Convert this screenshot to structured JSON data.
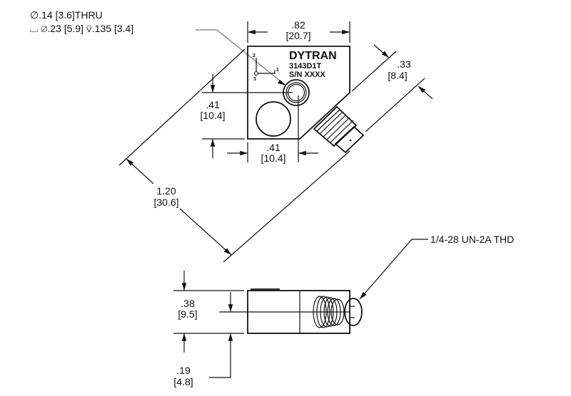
{
  "callouts": {
    "hole_line1": "∅.14 [3.6]THRU",
    "hole_line2": "⌴ ∅.23 [5.9] ⊽.135 [3.4]",
    "thread": "1/4-28 UN-2A THD"
  },
  "marking": {
    "brand": "DYTRAN",
    "model": "3143D1T",
    "serial": "S/N XXXX"
  },
  "axes": {
    "a1": "1",
    "a2": "2",
    "a3": "3"
  },
  "dimensions": {
    "width_in": ".82",
    "width_mm": "[20.7]",
    "hole_v_in": ".41",
    "hole_v_mm": "[10.4]",
    "hole_h_in": ".41",
    "hole_h_mm": "[10.4]",
    "conn_in": ".33",
    "conn_mm": "[8.4]",
    "length_in": "1.20",
    "length_mm": "[30.6]",
    "height_in": ".38",
    "height_mm": "[9.5]",
    "center_in": ".19",
    "center_mm": "[4.8]"
  }
}
